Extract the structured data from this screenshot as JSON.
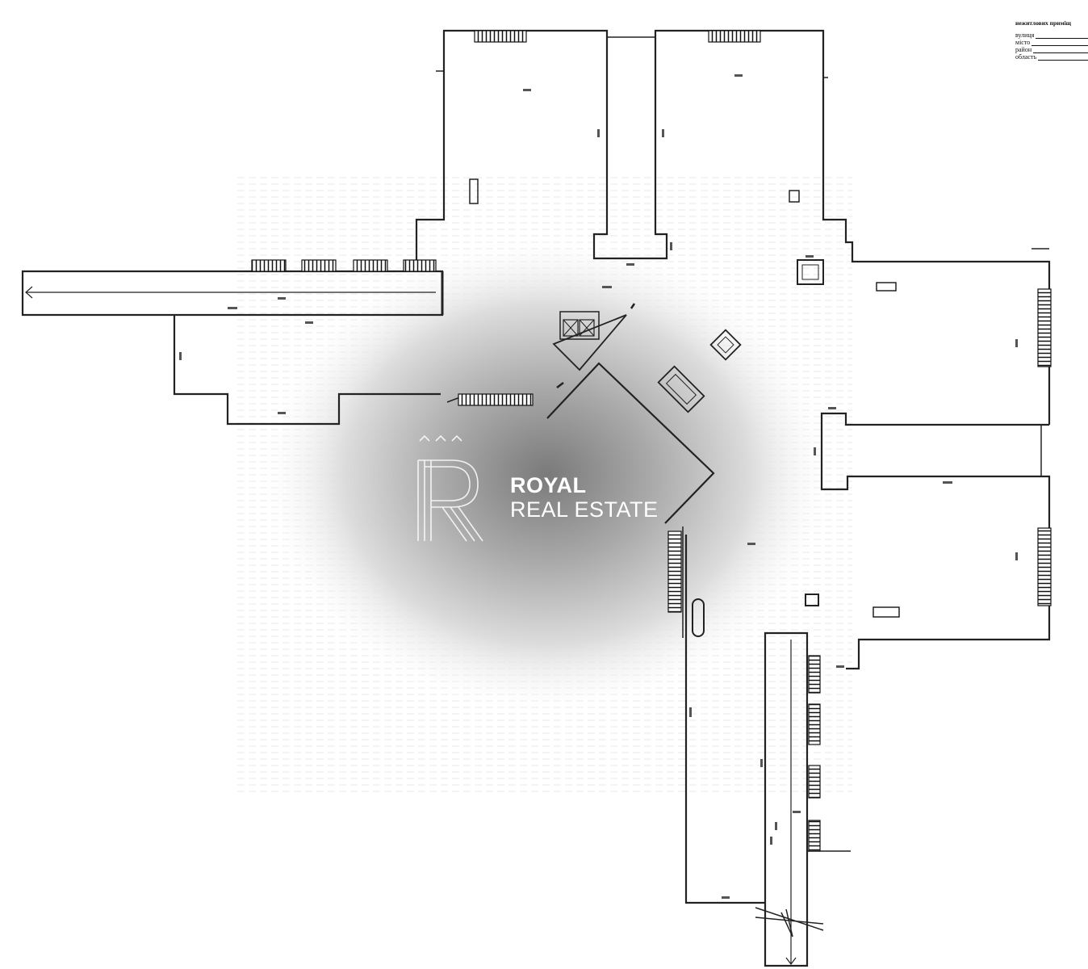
{
  "legend": {
    "title": "нежитлових приміщ",
    "rows": [
      {
        "label": "вулиця"
      },
      {
        "label": "місто"
      },
      {
        "label": "район"
      },
      {
        "label": "область"
      }
    ]
  },
  "watermark": {
    "brand_line1": "ROYAL",
    "brand_line2": "REAL ESTATE"
  },
  "colors": {
    "wall": "#222222",
    "background": "#ffffff",
    "watermark_text": "#ffffff"
  }
}
